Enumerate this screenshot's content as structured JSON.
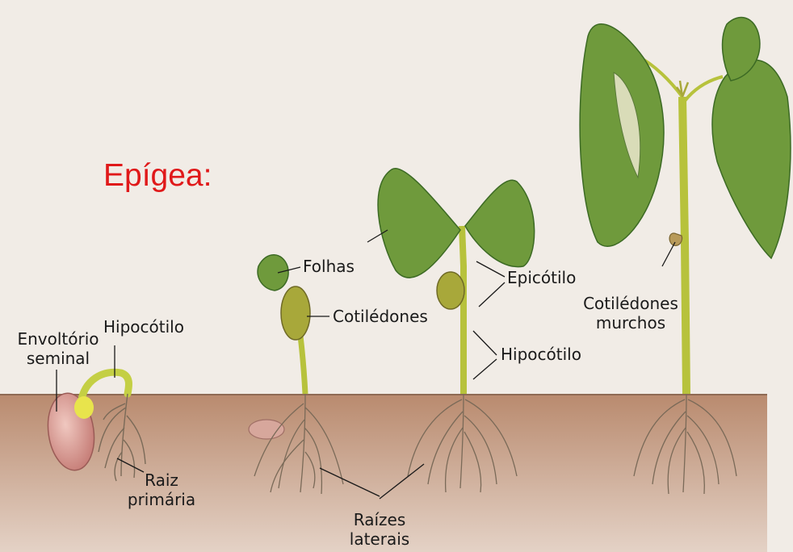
{
  "title": "Epígea:",
  "colors": {
    "title": "#e0191a",
    "soil_top": "#b98a6e",
    "soil_bottom": "#e4d2c6",
    "leaf": "#6f9a3c",
    "leaf_dark": "#3c6a24",
    "stem": "#b7c23c",
    "seed_coat": "#c98a86",
    "root": "#7a6a58"
  },
  "labels": {
    "envoltorio_seminal": [
      "Envoltório",
      "seminal"
    ],
    "hipocotilo_1": "Hipocótilo",
    "raiz_primaria": [
      "Raiz",
      "primária"
    ],
    "folhas": "Folhas",
    "cotiledones": "Cotilédones",
    "epicotilo": "Epicótilo",
    "hipocotilo_2": "Hipocótilo",
    "cotiledones_murchos": [
      "Cotilédones",
      "murchos"
    ],
    "raizes_laterais": [
      "Raízes",
      "laterais"
    ]
  }
}
